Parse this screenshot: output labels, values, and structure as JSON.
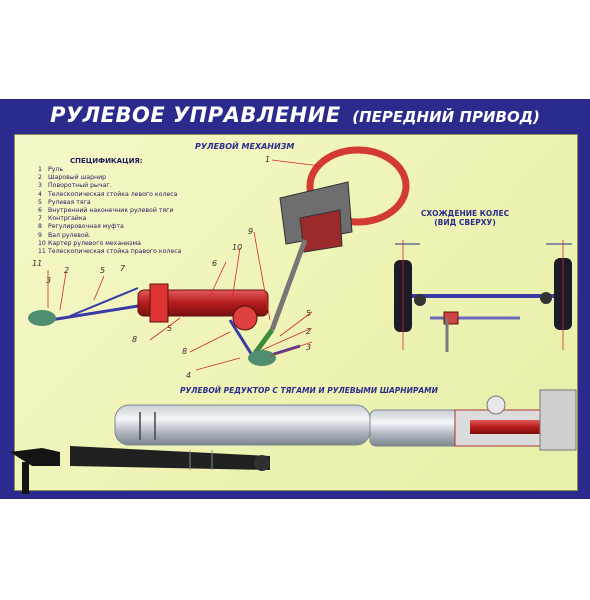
{
  "poster": {
    "title": "РУЛЕВОЕ УПРАВЛЕНИЕ",
    "subtitle": "(ПЕРЕДНИЙ ПРИВОД)",
    "mechanism_label": "РУЛЕВОЙ МЕХАНИЗМ",
    "convergence_label_line1": "СХОЖДЕНИЕ КОЛЕС",
    "convergence_label_line2": "(ВИД СВЕРХУ)",
    "gearbox_label": "РУЛЕВОЙ РЕДУКТОР С ТЯГАМИ И РУЛЕВЫМИ ШАРНИРАМИ"
  },
  "spec": {
    "heading": "СПЕЦИФИКАЦИЯ:",
    "items": [
      {
        "n": "1",
        "text": "Руль"
      },
      {
        "n": "2",
        "text": "Шаровый шарнир"
      },
      {
        "n": "3",
        "text": "Поворотный рычаг."
      },
      {
        "n": "4",
        "text": "Телескопическая стойка левого колеса"
      },
      {
        "n": "5",
        "text": "Рулевая тяга"
      },
      {
        "n": "6",
        "text": "Внутренний наконечник рулевой тяги"
      },
      {
        "n": "7",
        "text": "Контргайка"
      },
      {
        "n": "8",
        "text": "Регулировочная муфта"
      },
      {
        "n": "9",
        "text": "Вал рулевой."
      },
      {
        "n": "10",
        "text": "Картер рулевого механизма"
      },
      {
        "n": "11",
        "text": "Телескопическая стойка правого колеса"
      }
    ]
  },
  "callouts": [
    "1",
    "11",
    "3",
    "2",
    "5",
    "7",
    "6",
    "10",
    "9",
    "8",
    "5",
    "2",
    "8",
    "3",
    "4",
    "5"
  ],
  "colors": {
    "frame": "#2a2b8c",
    "panel": "#f1f4b8",
    "accent": "#d22a2a"
  }
}
